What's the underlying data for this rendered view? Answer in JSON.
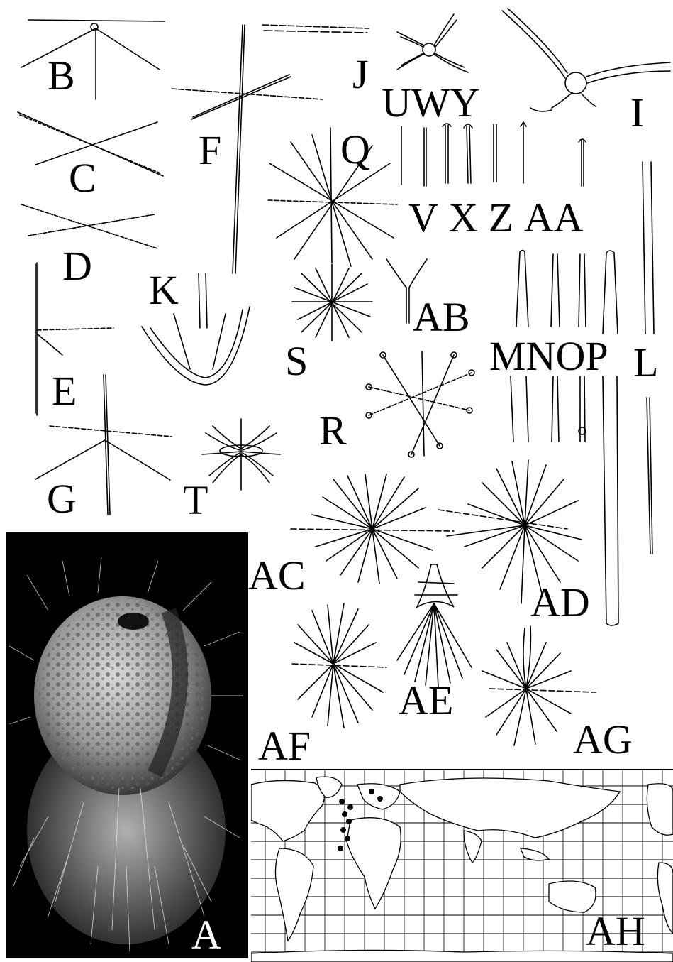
{
  "figure": {
    "panel_labels": {
      "A": "A",
      "B": "B",
      "C": "C",
      "D": "D",
      "E": "E",
      "F": "F",
      "G": "G",
      "I": "I",
      "J": "J",
      "K": "K",
      "L": "L",
      "M": "M",
      "N": "N",
      "O": "O",
      "P": "P",
      "Q": "Q",
      "R": "R",
      "S": "S",
      "T": "T",
      "U": "U",
      "V": "V",
      "W": "W",
      "X": "X",
      "Y": "Y",
      "Z": "Z",
      "AA": "AA",
      "AB": "AB",
      "AC": "AC",
      "AD": "AD",
      "AE": "AE",
      "AF": "AF",
      "AG": "AG",
      "AH": "AH"
    },
    "colors": {
      "ink": "#000000",
      "paper": "#ffffff",
      "photo_bg": "#000000",
      "map_dot": "#000000"
    }
  }
}
